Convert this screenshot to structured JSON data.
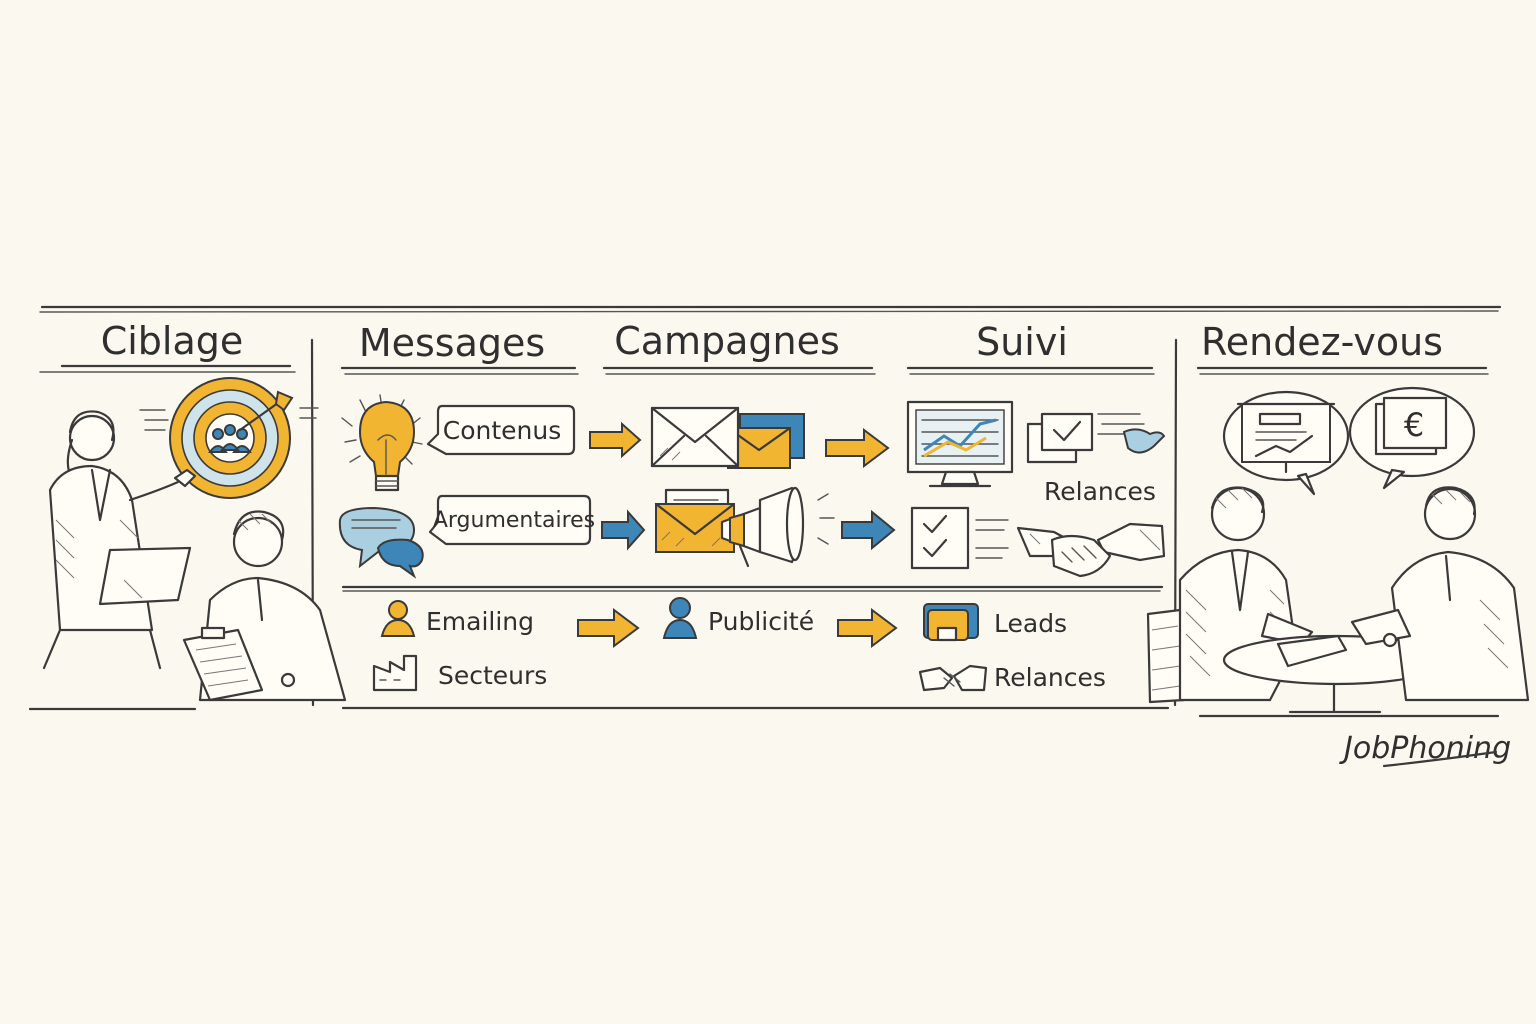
{
  "stages": [
    {
      "id": "ciblage",
      "label": "Ciblage"
    },
    {
      "id": "messages",
      "label": "Messages"
    },
    {
      "id": "campagnes",
      "label": "Campagnes"
    },
    {
      "id": "suivi",
      "label": "Suivi"
    },
    {
      "id": "rendez_vous",
      "label": "Rendez-vous"
    }
  ],
  "bubbles": {
    "contenus": "Contenus",
    "argumentaires": "Argumentaires"
  },
  "suivi_label": "Relances",
  "bottom_row": {
    "emailing": "Emailing",
    "secteurs": "Secteurs",
    "publicite": "Publicité",
    "leads": "Leads",
    "relances": "Relances"
  },
  "currency_symbol": "€",
  "brand": "JobPhoning",
  "colors": {
    "background": "#fbf8ef",
    "yellow": "#f2b531",
    "blue": "#3f86b8",
    "ink": "#3a3a3a"
  }
}
